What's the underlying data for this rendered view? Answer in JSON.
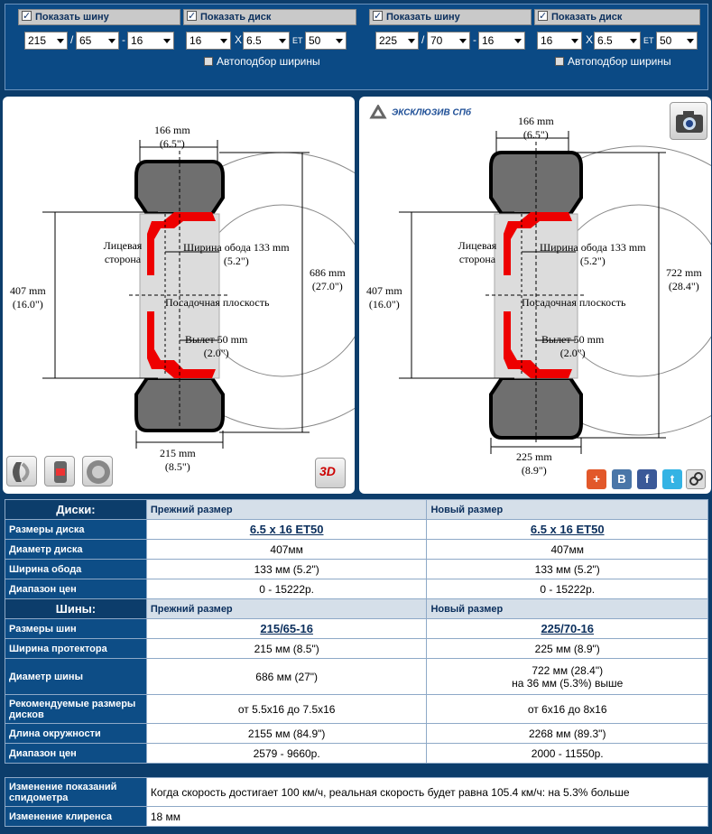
{
  "controls": {
    "left": {
      "show_tire": "Показать шину",
      "show_disk": "Показать диск",
      "tire_width": "215",
      "tire_profile": "65",
      "tire_rim": "16",
      "disk_diameter": "16",
      "disk_width": "6.5",
      "et_label": "ET",
      "disk_et": "50",
      "auto_width": "Автоподбор ширины"
    },
    "right": {
      "show_tire": "Показать шину",
      "show_disk": "Показать диск",
      "tire_width": "225",
      "tire_profile": "70",
      "tire_rim": "16",
      "disk_diameter": "16",
      "disk_width": "6.5",
      "et_label": "ET",
      "disk_et": "50",
      "auto_width": "Автоподбор ширины"
    },
    "slash": "/",
    "dash": "-",
    "x": "X"
  },
  "diagram_left": {
    "width_mm": "166 mm",
    "width_in": "(6.5\")",
    "face_side": "Лицевая сторона",
    "rim_width": "Ширина обода 133 mm",
    "rim_width_in": "(5.2\")",
    "seat_plane": "Посадочная плоскость",
    "offset": "Вылет 50 mm",
    "offset_in": "(2.0\")",
    "disk_dia_mm": "407 mm",
    "disk_dia_in": "(16.0\")",
    "tire_dia_mm": "686 mm",
    "tire_dia_in": "(27.0\")",
    "tread_mm": "215 mm",
    "tread_in": "(8.5\")"
  },
  "diagram_right": {
    "brand": "ЭКСКЛЮЗИВ СПб",
    "width_mm": "166 mm",
    "width_in": "(6.5\")",
    "face_side": "Лицевая сторона",
    "rim_width": "Ширина обода 133 mm",
    "rim_width_in": "(5.2\")",
    "seat_plane": "Посадочная плоскость",
    "offset": "Вылет 50 mm",
    "offset_in": "(2.0\")",
    "disk_dia_mm": "407 mm",
    "disk_dia_in": "(16.0\")",
    "tire_dia_mm": "722 mm",
    "tire_dia_in": "(28.4\")",
    "tread_mm": "225 mm",
    "tread_in": "(8.9\")"
  },
  "disks_table": {
    "header": "Диски:",
    "old_col": "Прежний размер",
    "new_col": "Новый размер",
    "rows": [
      {
        "label": "Размеры диска",
        "old": "6.5 x 16 ET50",
        "new": "6.5 x 16 ET50"
      },
      {
        "label": "Диаметр диска",
        "old": "407мм",
        "new": "407мм"
      },
      {
        "label": "Ширина обода",
        "old": "133 мм (5.2\")",
        "new": "133 мм (5.2\")"
      },
      {
        "label": "Диапазон цен",
        "old": "0 - 15222р.",
        "new": "0 - 15222р."
      }
    ]
  },
  "tires_table": {
    "header": "Шины:",
    "old_col": "Прежний размер",
    "new_col": "Новый размер",
    "rows": [
      {
        "label": "Размеры шин",
        "old": "215/65-16",
        "new": "225/70-16"
      },
      {
        "label": "Ширина протектора",
        "old": "215 мм (8.5\")",
        "new": "225 мм (8.9\")"
      },
      {
        "label": "Диаметр шины",
        "old": "686 мм (27\")",
        "new": "722 мм (28.4\")",
        "new2": "на 36 мм (5.3%) выше"
      },
      {
        "label": "Рекомендуемые размеры дисков",
        "old": "от 5.5x16 до 7.5x16",
        "new": "от 6x16 до 8x16"
      },
      {
        "label": "Длина окружности",
        "old": "2155 мм (84.9\")",
        "new": "2268 мм (89.3\")"
      },
      {
        "label": "Диапазон цен",
        "old": "2579 - 9660р.",
        "new": "2000 - 11550р."
      }
    ]
  },
  "summary": {
    "rows": [
      {
        "label": "Изменение показаний спидометра",
        "value": "Когда скорость достигает 100 км/ч, реальная скорость будет равна 105.4 км/ч: на 5.3% больше"
      },
      {
        "label": "Изменение клиренса",
        "value": "18 мм"
      }
    ]
  },
  "share": {
    "plus": "+",
    "vk": "B",
    "fb": "f",
    "tw": "t"
  },
  "badge_3d": "3D"
}
